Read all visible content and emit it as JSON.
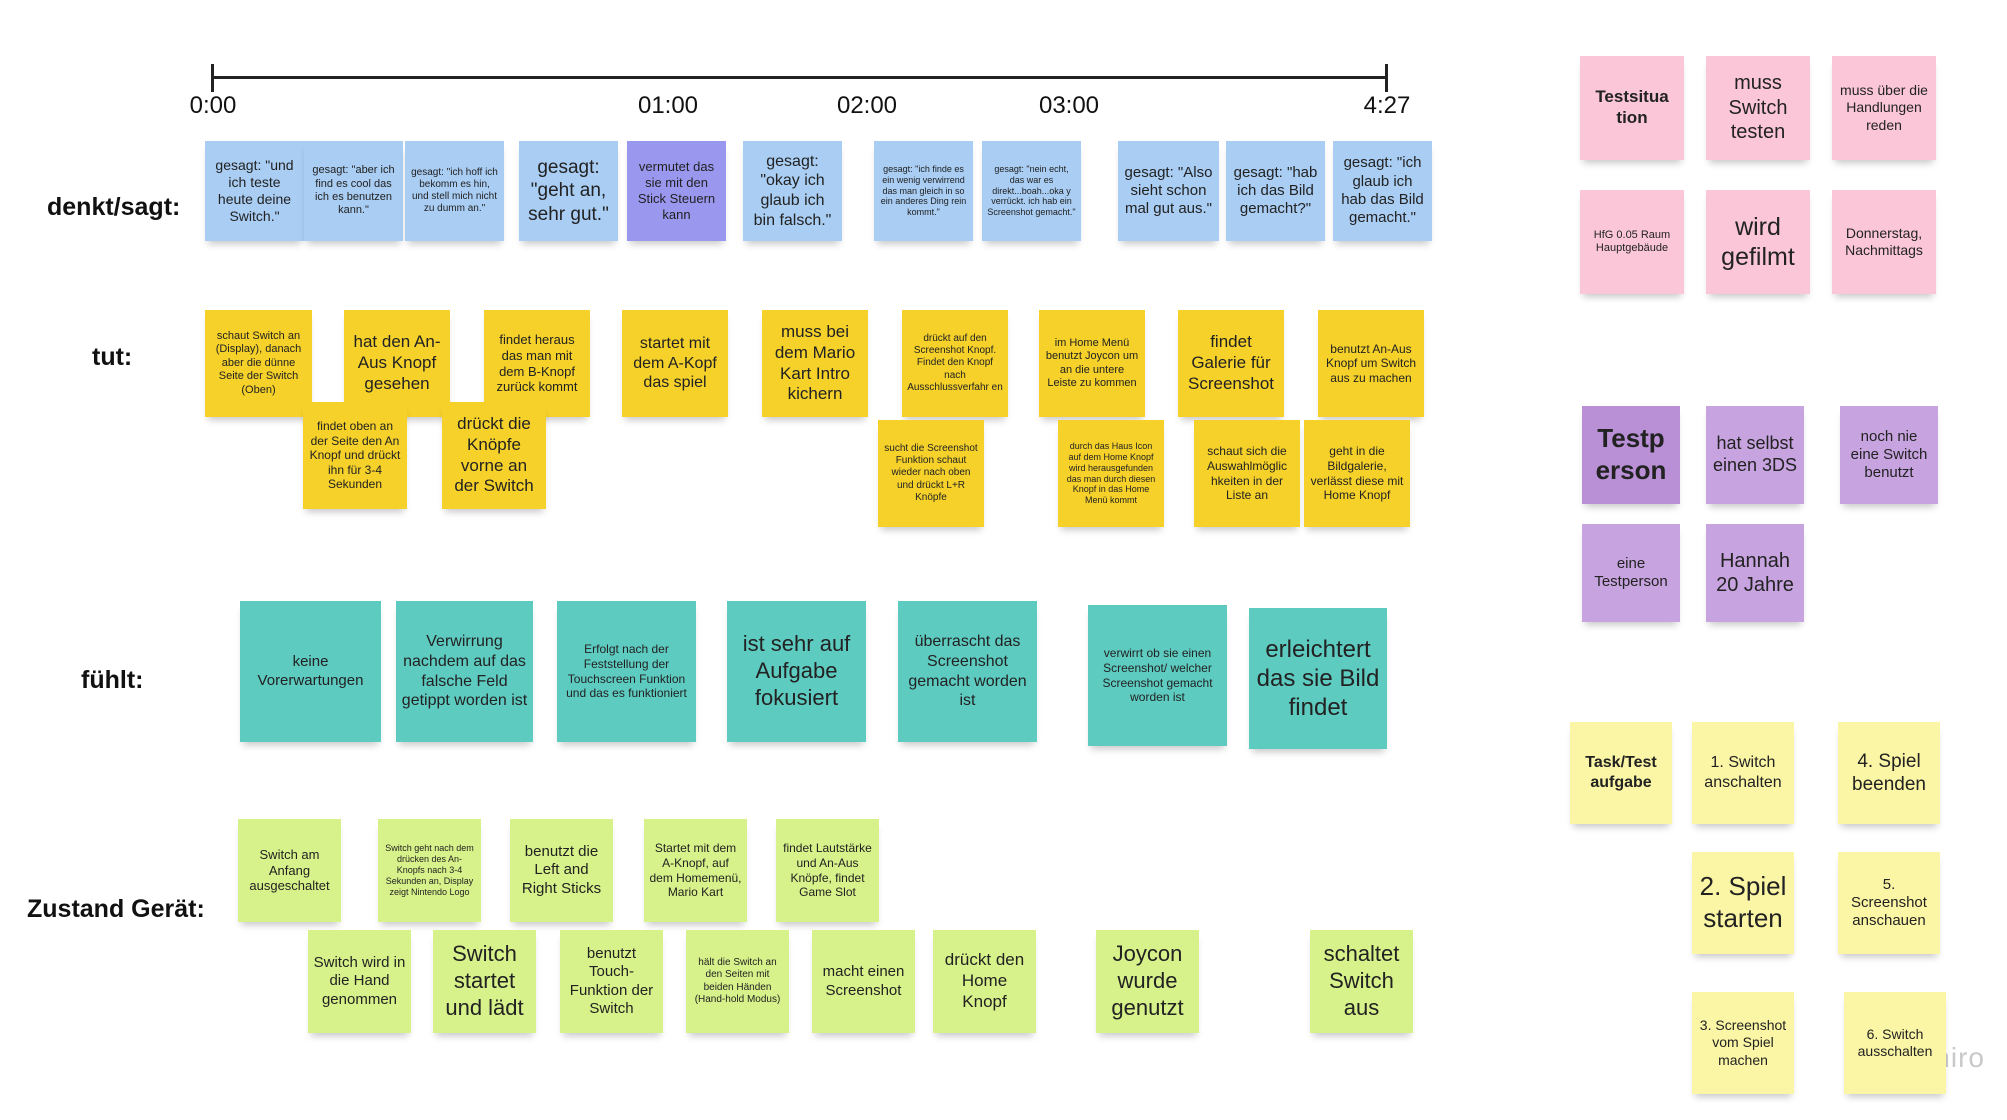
{
  "brand": "miro",
  "colors": {
    "blue": "#a9cdf3",
    "violet": "#9a97ef",
    "yellow": "#f5d12a",
    "teal": "#5ecbc1",
    "green": "#d7f28a",
    "pink": "#fbc7d8",
    "purple_dark": "#b98fd6",
    "purple_light": "#c7a3df",
    "pale_yellow": "#fbf6a5"
  },
  "timeline": {
    "ticks": [
      "0:00",
      "01:00",
      "02:00",
      "03:00",
      "4:27"
    ]
  },
  "rows": {
    "denkt_sagt": "denkt/sagt:",
    "tut": "tut:",
    "fuehlt": "fühlt:",
    "zustand": "Zustand Gerät:"
  },
  "denkt": [
    "gesagt: \"und ich teste heute deine Switch.\"",
    "gesagt: \"aber ich find es cool das ich es benutzen kann.\"",
    "gesagt: \"ich hoff ich bekomm es hin, und stell mich nicht zu dumm an.\"",
    "gesagt: \"geht an, sehr gut.\"",
    "vermutet das sie mit den Stick Steuern kann",
    "gesagt: \"okay ich glaub ich bin falsch.\"",
    "gesagt: \"ich finde es ein wenig verwirrend das man gleich in so ein anderes Ding rein kommt.\"",
    "gesagt: \"nein echt, das war es direkt...boah...oka y verrückt. ich hab ein Screenshot gemacht.\"",
    "gesagt: \"Also sieht schon mal gut aus.\"",
    "gesagt: \"hab ich das Bild gemacht?\"",
    "gesagt: \"ich glaub ich hab das Bild gemacht.\""
  ],
  "tut": [
    "schaut Switch an (Display), danach aber die dünne Seite der Switch (Oben)",
    "hat den An-Aus Knopf gesehen",
    "findet heraus das man mit dem B-Knopf zurück kommt",
    "startet mit dem A-Kopf das spiel",
    "muss bei dem Mario Kart Intro kichern",
    "drückt auf den Screenshot Knopf. Findet den Knopf nach Ausschlussverfahr en",
    "im Home Menü benutzt Joycon um an die untere Leiste zu kommen",
    "findet Galerie für Screenshot",
    "benutzt An-Aus Knopf um Switch aus zu machen",
    "findet oben an der Seite den An Knopf und drückt ihn für 3-4 Sekunden",
    "drückt die Knöpfe vorne an der Switch",
    "sucht die Screenshot Funktion schaut wieder nach oben und drückt L+R Knöpfe",
    "durch das Haus Icon auf dem Home Knopf wird herausgefunden das man durch diesen Knopf in das Home Menü kommt",
    "schaut sich die Auswahlmöglic hkeiten in der Liste an",
    "geht in die Bildgalerie, verlässt diese mit Home Knopf"
  ],
  "fuehlt": [
    "keine Vorerwartungen",
    "Verwirrung nachdem auf das falsche Feld getippt worden ist",
    "Erfolgt nach der Feststellung der Touchscreen Funktion und das es funktioniert",
    "ist sehr auf Aufgabe fokusiert",
    "überrascht das Screenshot gemacht worden ist",
    "verwirrt ob sie einen Screenshot/ welcher Screenshot gemacht worden ist",
    "erleichtert das sie Bild findet"
  ],
  "zustand": [
    "Switch am Anfang ausgeschaltet",
    "Switch geht nach dem drücken des An-Knopfs nach 3-4 Sekunden an, Display zeigt Nintendo Logo",
    "benutzt die Left and Right Sticks",
    "Startet mit dem A-Knopf, auf dem Homemenü, Mario Kart",
    "findet Lautstärke und An-Aus Knöpfe, findet Game Slot",
    "Switch wird in die Hand genommen",
    "Switch startet und lädt",
    "benutzt Touch-Funktion der Switch",
    "hält die Switch an den Seiten mit beiden Händen (Hand-hold Modus)",
    "macht einen Screenshot",
    "drückt den Home Knopf",
    "Joycon wurde genutzt",
    "schaltet Switch aus"
  ],
  "side": {
    "testsituation": [
      "Testsitua tion",
      "muss Switch testen",
      "muss über die Handlungen reden",
      "HfG 0.05 Raum Hauptgebäude",
      "wird gefilmt",
      "Donnerstag, Nachmittags"
    ],
    "testperson": [
      "Testp erson",
      "hat selbst einen 3DS",
      "noch nie eine Switch benutzt",
      "eine Testperson",
      "Hannah 20 Jahre"
    ],
    "task": [
      "Task/Test aufgabe",
      "1. Switch anschalten",
      "4. Spiel beenden",
      "2. Spiel starten",
      "5. Screenshot anschauen",
      "3. Screenshot vom Spiel machen",
      "6. Switch ausschalten"
    ]
  }
}
